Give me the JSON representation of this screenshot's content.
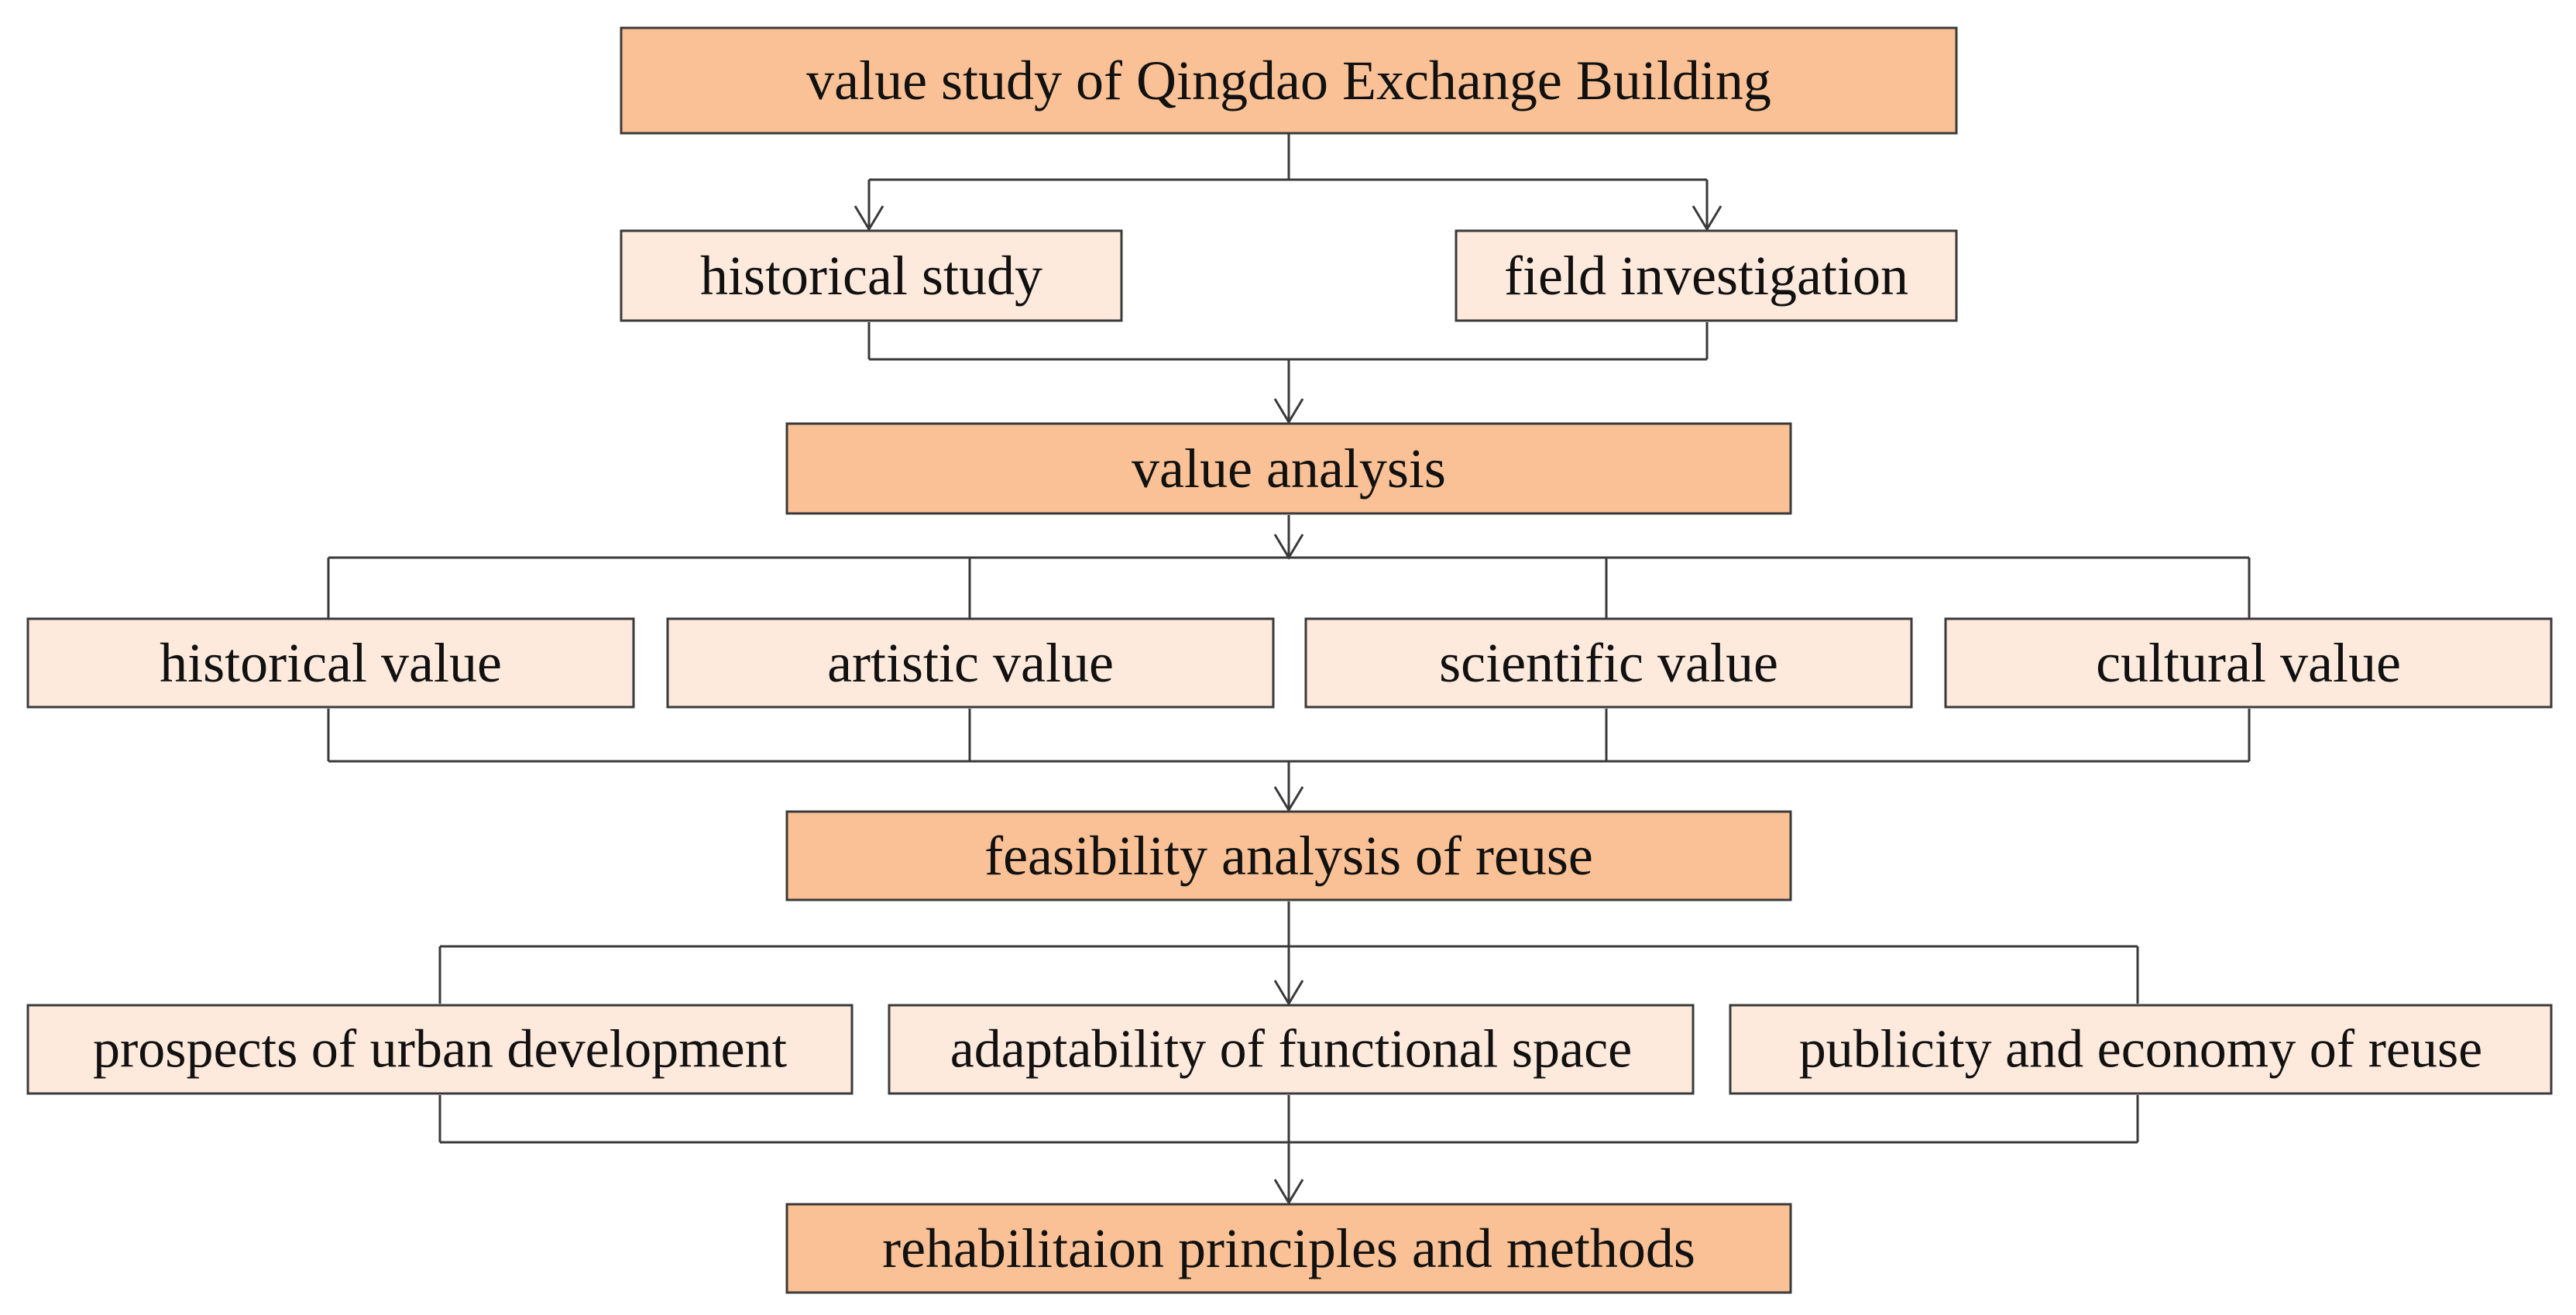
{
  "diagram": {
    "title_box": "value study of Qingdao Exchange Building",
    "step1": {
      "left": "historical study",
      "right": "field investigation"
    },
    "value_analysis": "value analysis",
    "values": {
      "historical": "historical value",
      "artistic": "artistic value",
      "scientific": "scientific value",
      "cultural": "cultural value"
    },
    "feasibility": "feasibility analysis of reuse",
    "factors": {
      "urban": "prospects of urban development",
      "functional": "adaptability of functional space",
      "publicity": "publicity and economy of reuse"
    },
    "result": "rehabilitaion principles and methods"
  },
  "colors": {
    "main_box_fill": "#f9c195",
    "sub_box_fill": "#fdeadd",
    "line": "#3a3a3a"
  }
}
